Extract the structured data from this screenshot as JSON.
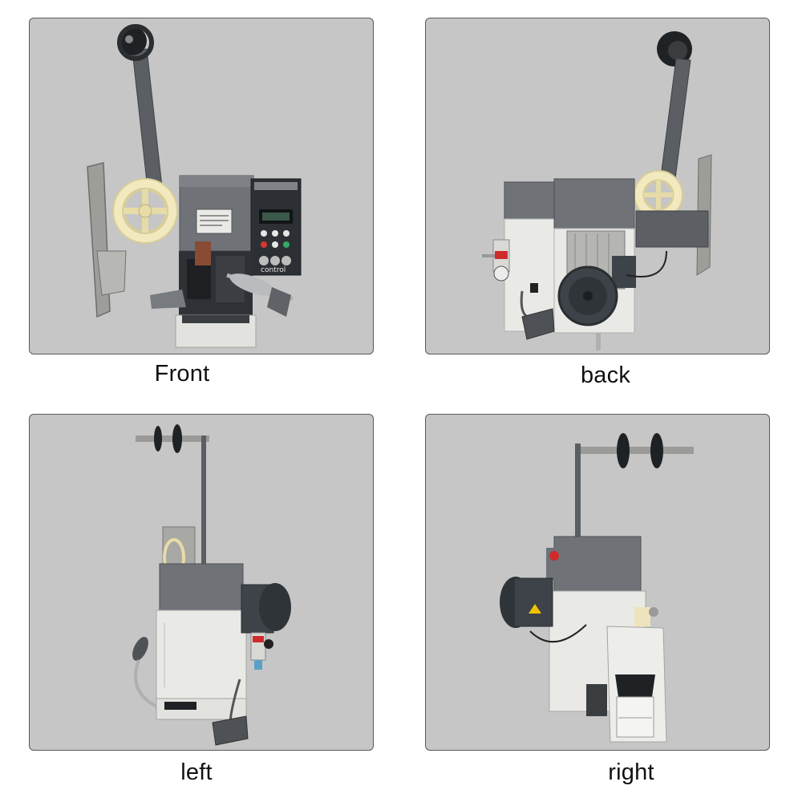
{
  "views": [
    {
      "id": "front",
      "caption": "Front"
    },
    {
      "id": "back",
      "caption": "back"
    },
    {
      "id": "left",
      "caption": "left"
    },
    {
      "id": "right",
      "caption": "right"
    }
  ],
  "colors": {
    "panel_bg": "#c6c6c6",
    "panel_border": "#5a5a5a",
    "housing": "#6f7378",
    "body_white": "#e9e9e6",
    "reel": "#f2e9bf",
    "motor": "#3d4348",
    "steel": "#a9a9a6"
  },
  "icons": [
    "reel-icon",
    "motor-icon",
    "foot-pedal-icon",
    "control-panel-icon"
  ],
  "front": {
    "panel_brand": "control"
  }
}
